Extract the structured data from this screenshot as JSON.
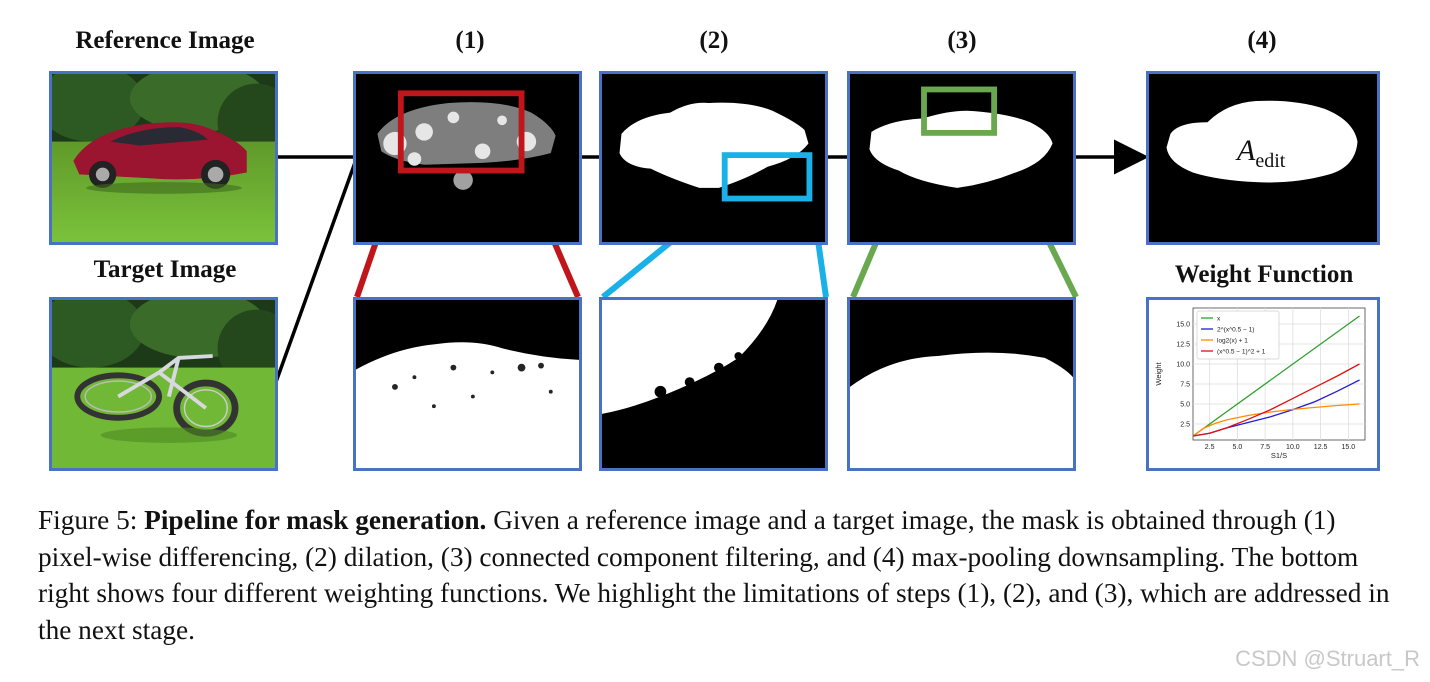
{
  "figure": {
    "labels": {
      "reference": "Reference Image",
      "target": "Target Image",
      "step1": "(1)",
      "step2": "(2)",
      "step3": "(3)",
      "step4": "(4)",
      "weight": "Weight Function",
      "aedit_main": "A",
      "aedit_sub": "edit"
    },
    "colors": {
      "panel_border": "#4a72c4",
      "step1_box": "#c0151b",
      "step2_box": "#1ab0e8",
      "step3_box": "#6aa84f"
    }
  },
  "chart_data": {
    "type": "line",
    "xlabel": "S1/S",
    "ylabel": "Weight",
    "xlim": [
      1,
      16.5
    ],
    "ylim": [
      0.5,
      17
    ],
    "xticks": [
      "2.5",
      "5.0",
      "7.5",
      "10.0",
      "12.5",
      "15.0"
    ],
    "yticks": [
      "2.5",
      "5.0",
      "7.5",
      "10.0",
      "12.5",
      "15.0"
    ],
    "grid": true,
    "legend": "top-left",
    "series": [
      {
        "name": "x",
        "color": "#2ca02c",
        "x": [
          1,
          16
        ],
        "y": [
          1,
          16
        ]
      },
      {
        "name": "2^(x^0.5 − 1)",
        "color": "#1f1fd0",
        "x": [
          1,
          2.5,
          4,
          6,
          8,
          10,
          12,
          14,
          16
        ],
        "y": [
          1,
          1.34,
          2,
          2.7,
          3.4,
          4.3,
          5.3,
          6.6,
          8
        ]
      },
      {
        "name": "log2(x) + 1",
        "color": "#ff8c00",
        "x": [
          1,
          2,
          3,
          4,
          6,
          8,
          10,
          12,
          14,
          16
        ],
        "y": [
          1,
          2,
          2.58,
          3,
          3.58,
          4,
          4.32,
          4.58,
          4.81,
          5
        ]
      },
      {
        "name": "(x^0.5 − 1)^2 + 1",
        "color": "#e01010",
        "x": [
          1,
          2.5,
          4,
          6,
          8,
          10,
          12,
          14,
          16
        ],
        "y": [
          1,
          1.34,
          2,
          3.1,
          4.3,
          5.7,
          7.1,
          8.5,
          10
        ]
      }
    ]
  },
  "caption": {
    "label": "Figure 5:",
    "bold": "Pipeline for mask generation.",
    "text": "Given a reference image and a target image, the mask is obtained through (1) pixel-wise differencing, (2) dilation, (3) connected component filtering, and (4) max-pooling downsampling. The bottom right shows four different weighting functions. We highlight the limitations of steps (1), (2), and (3), which are addressed in the next stage."
  },
  "watermark": "CSDN @Struart_R"
}
